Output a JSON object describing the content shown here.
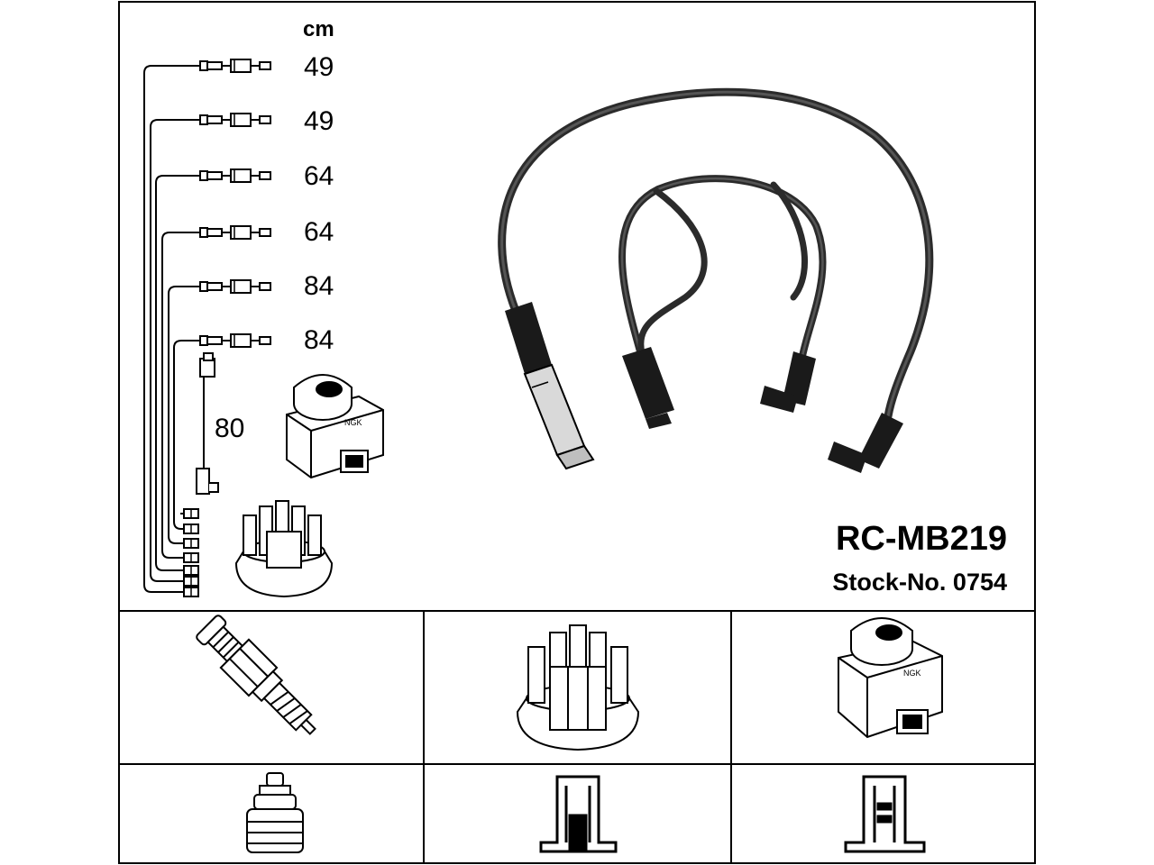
{
  "sheet": {
    "unit_label": "cm",
    "lead_lengths": [
      "49",
      "49",
      "64",
      "64",
      "84",
      "84"
    ],
    "coil_lead_length": "80",
    "part_number": "RC-MB219",
    "stock_number": "Stock-No. 0754",
    "coil_brand_mark": "NGK"
  },
  "cells": [
    {
      "name": "spark-plug-cell",
      "icon": "spark-plug-icon"
    },
    {
      "name": "distributor-cap-cell",
      "icon": "distributor-cap-icon"
    },
    {
      "name": "ignition-coil-cell",
      "icon": "ignition-coil-icon"
    },
    {
      "name": "plug-terminal-cell",
      "icon": "plug-terminal-icon"
    },
    {
      "name": "cap-tower-cell",
      "icon": "cap-tower-icon"
    },
    {
      "name": "coil-tower-cell",
      "icon": "coil-tower-icon"
    }
  ],
  "colors": {
    "line": "#000000",
    "background": "#ffffff",
    "cable": "#2b2b2b",
    "boot": "#1a1a1a",
    "metal": "#bfbfbf"
  }
}
